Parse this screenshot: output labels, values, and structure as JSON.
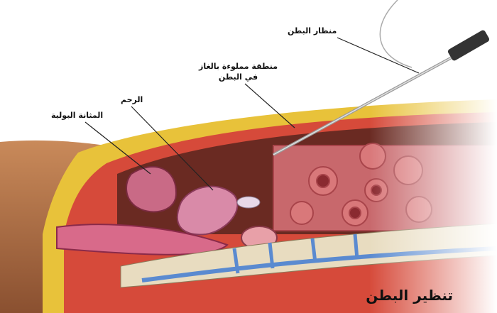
{
  "title": "تنظير البطن",
  "labels": {
    "laparoscope": "منظار البطن",
    "gas_area_line1": "منطقة مملوءة بالغاز",
    "gas_area_line2": "في البطن",
    "uterus": "الرحم",
    "bladder": "المثانة البولية"
  }
}
